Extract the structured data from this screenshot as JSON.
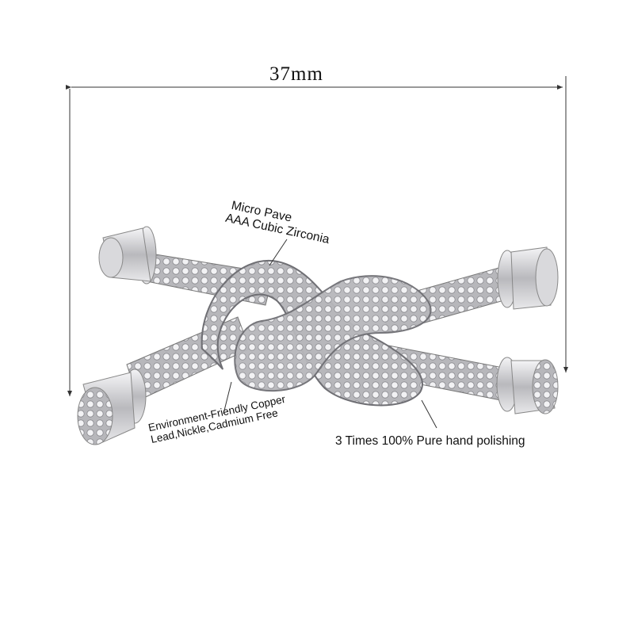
{
  "dimension": {
    "label": "37mm"
  },
  "annotations": {
    "stones": {
      "line1": "Micro Pave",
      "line2": "AAA Cubic Zirconia"
    },
    "material": {
      "line1": "Environment-Friendly Copper",
      "line2": "Lead,Nickle,Cadmium Free"
    },
    "finish": {
      "line1": "3 Times 100% Pure hand polishing"
    }
  },
  "colors": {
    "metal": "#c9c9cc",
    "metal_dark": "#7d7d82",
    "line": "#333333"
  }
}
